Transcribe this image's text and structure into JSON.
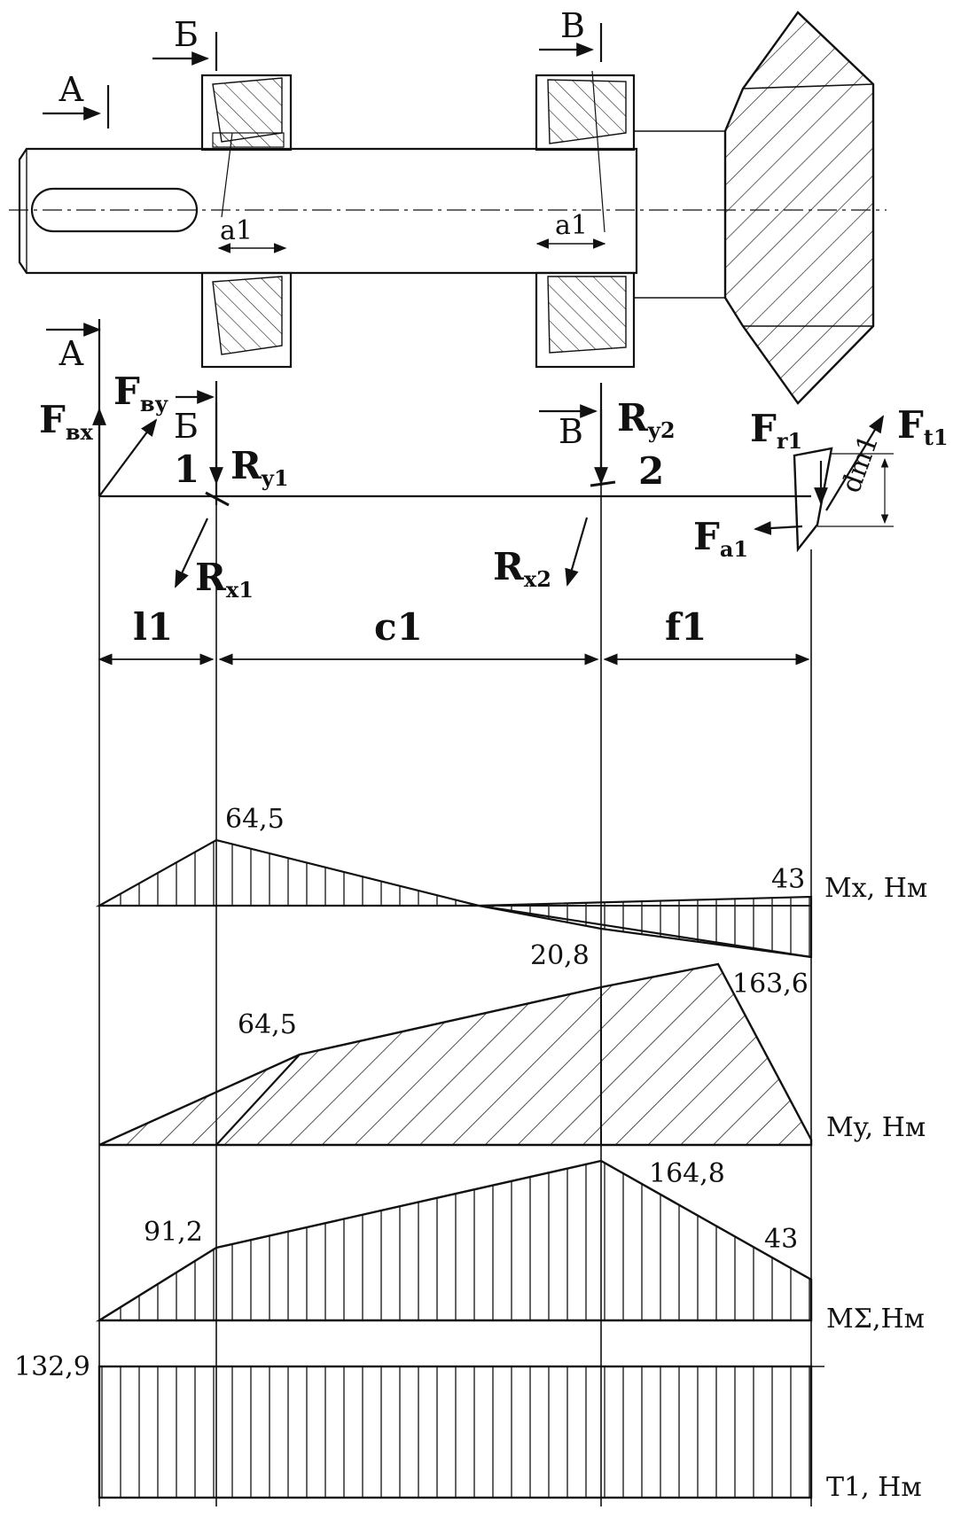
{
  "sections": {
    "A_top": "А",
    "A_bottom": "А",
    "B_top": "Б",
    "B_bottom": "Б",
    "V_top": "В",
    "V_bottom": "В"
  },
  "dims": {
    "a1_left": "a1",
    "a1_right": "a1",
    "l1": "l1",
    "c1": "c1",
    "f1": "f1",
    "dm1": "dm1"
  },
  "forces": {
    "Fvx": {
      "main": "F",
      "sub": "вх"
    },
    "Fvy": {
      "main": "F",
      "sub": "ву"
    },
    "Ry1": {
      "main": "R",
      "sub": "y1"
    },
    "Ry2": {
      "main": "R",
      "sub": "y2"
    },
    "Rx1": {
      "main": "R",
      "sub": "x1"
    },
    "Rx2": {
      "main": "R",
      "sub": "x2"
    },
    "Fr1": {
      "main": "F",
      "sub": "r1"
    },
    "Ft1": {
      "main": "F",
      "sub": "t1"
    },
    "Fa1": {
      "main": "F",
      "sub": "a1"
    }
  },
  "supports": {
    "s1": "1",
    "s2": "2"
  },
  "diagrams": {
    "Mx": {
      "unit_label": "Mx, Нм",
      "values": [
        "64,5",
        "43",
        "20,8"
      ]
    },
    "My": {
      "unit_label": "My, Нм",
      "values": [
        "64,5",
        "163,6"
      ]
    },
    "Msum": {
      "unit_label": "M",
      "unit_sigma": "Σ",
      "unit_rest": ",Нм",
      "values": [
        "91,2",
        "164,8",
        "43"
      ]
    },
    "T1": {
      "unit_label": "T1, Нм",
      "values": [
        "132,9"
      ]
    }
  }
}
